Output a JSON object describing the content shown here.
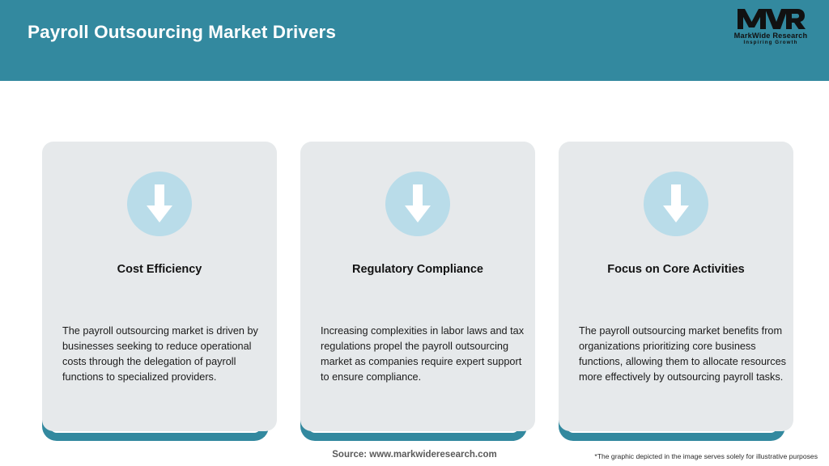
{
  "header": {
    "title": "Payroll Outsourcing Market Drivers",
    "bar_color": "#33899F",
    "title_color": "#FFFFFF"
  },
  "logo": {
    "mark": "MWR",
    "name": "MarkWide Research",
    "tagline": "Inspiring Growth"
  },
  "theme": {
    "accent": "#33899F",
    "card_bg": "#E6E9EB",
    "icon_circle": "#B9DCE9",
    "arrow": "#FFFFFF",
    "page_bg": "#FFFFFF"
  },
  "cards": [
    {
      "icon": "down-arrow-icon",
      "heading": "Cost Efficiency",
      "body": "The payroll outsourcing market is driven by businesses seeking to reduce operational costs through the delegation of payroll functions to specialized providers."
    },
    {
      "icon": "down-arrow-icon",
      "heading": "Regulatory Compliance",
      "body": "Increasing complexities in labor laws and tax regulations propel the payroll outsourcing market as companies require expert support to ensure compliance."
    },
    {
      "icon": "down-arrow-icon",
      "heading": "Focus on Core Activities",
      "body": "The payroll outsourcing market benefits from organizations prioritizing core business functions, allowing them to allocate resources more effectively by outsourcing payroll tasks."
    }
  ],
  "footer": {
    "source": "Source: www.markwideresearch.com",
    "disclaimer": "*The graphic depicted in the image serves solely for illustrative purposes"
  }
}
